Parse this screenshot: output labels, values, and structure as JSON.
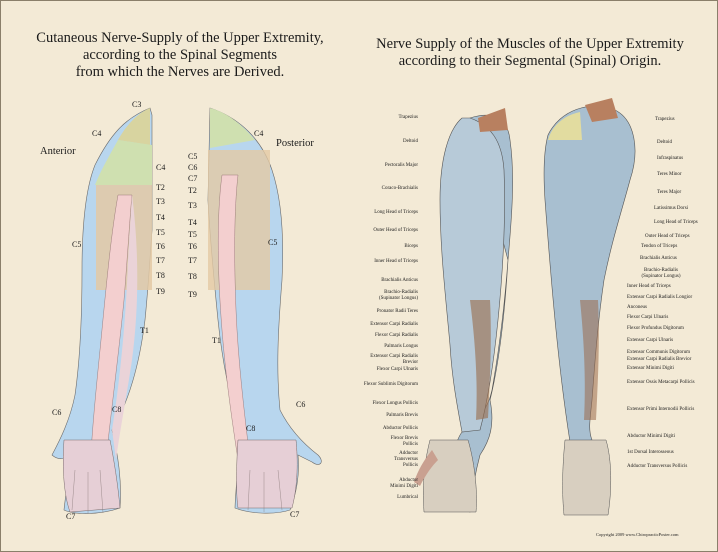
{
  "left_title": [
    "Cutaneous Nerve-Supply of the Upper Extremity,",
    "according to the Spinal Segments",
    "from which the Nerves are Derived."
  ],
  "right_title": [
    "Nerve Supply of the Muscles of the Upper Extremity",
    "according to their Segmental (Spinal) Origin."
  ],
  "views": {
    "anterior": "Anterior",
    "posterior": "Posterior"
  },
  "anterior_segments": {
    "c3": "C3",
    "c4_shoulder": "C4",
    "c4": "C4",
    "t2": "T2",
    "t3": "T3",
    "t4": "T4",
    "t5": "T5",
    "t6": "T6",
    "t7": "T7",
    "t8": "T8",
    "t9": "T9",
    "c5": "C5",
    "t1": "T1",
    "c6": "C6",
    "c8": "C8",
    "c7": "C7"
  },
  "posterior_segments": {
    "c4_shoulder": "C4",
    "c5_top": "C5",
    "c6": "C6",
    "c7": "C7",
    "t2": "T2",
    "t3": "T3",
    "t4": "T4",
    "t5": "T5",
    "t6": "T6",
    "t7": "T7",
    "t8": "T8",
    "t9": "T9",
    "c5": "C5",
    "t1": "T1",
    "c8": "C8",
    "c7_hand": "C7"
  },
  "front_muscles": [
    "Trapezius",
    "Deltoid",
    "Pectoralis Major",
    "Coraco-Brachialis",
    "Long Head of Triceps",
    "Outer Head of Triceps",
    "Biceps",
    "Inner Head of Triceps",
    "Brachialis Anticus",
    "Brachio-Radialis",
    "(Supinator Longus)",
    "Pronator Radii Teres",
    "Extensor Carpi Radialis",
    "Flexor Carpi Radialis",
    "Palmaris Longus",
    "Extensor Carpi Radialis",
    "Brevior",
    "Flexor Carpi Ulnaris",
    "Flexor Sublimis Digitorum",
    "Flexor Longus Pollicis",
    "Palmaris Brevis",
    "Abductor Pollicis",
    "Flexor Brevis",
    "Pollicis",
    "Adductor",
    "Transversus",
    "Pollicis",
    "Abductor",
    "Minimi Digiti",
    "Lumbrical"
  ],
  "back_muscles": [
    "Trapezius",
    "Deltoid",
    "Infraspinatus",
    "Teres Minor",
    "Teres Major",
    "Latissimus Dorsi",
    "Long Head of Triceps",
    "Outer Head of Triceps",
    "Tendon of Triceps",
    "Brachialis Anticus",
    "Brachio-Radialis",
    "(Supinator Longus)",
    "Inner Head of Triceps",
    "Extensor Carpi Radialis Longior",
    "Anconeus",
    "Flexor Carpi Ulnaris",
    "Flexor Profundus Digitorum",
    "Extensor Carpi Ulnaris",
    "Extensor Communis Digitorum",
    "Extensor Carpi Radialis Brevior",
    "Extensor Minimi Digiti",
    "Extensor Ossis Metacarpi Pollicis",
    "Extensor Primi Internodii Pollicis",
    "Abductor Minimi Digiti",
    "1st Dorsal Interosseous",
    "Adductor Transversus Pollicis"
  ],
  "copyright": "Copyright 2009 www.ChiropracticPoster.com",
  "colors": {
    "background": "#f3ead6",
    "c3": "#d8d4a0",
    "c4": "#cfe0b0",
    "c5": "#b8d6ee",
    "t_band": "#e3c9a4",
    "t1": "#f3cfcf",
    "c8": "#ead3d8",
    "c6": "#d6dcec",
    "muscle": "#a8bfd0"
  },
  "icons": [
    "anterior-arm-illustration",
    "posterior-arm-illustration",
    "front-muscle-arm-illustration",
    "back-muscle-arm-illustration"
  ]
}
